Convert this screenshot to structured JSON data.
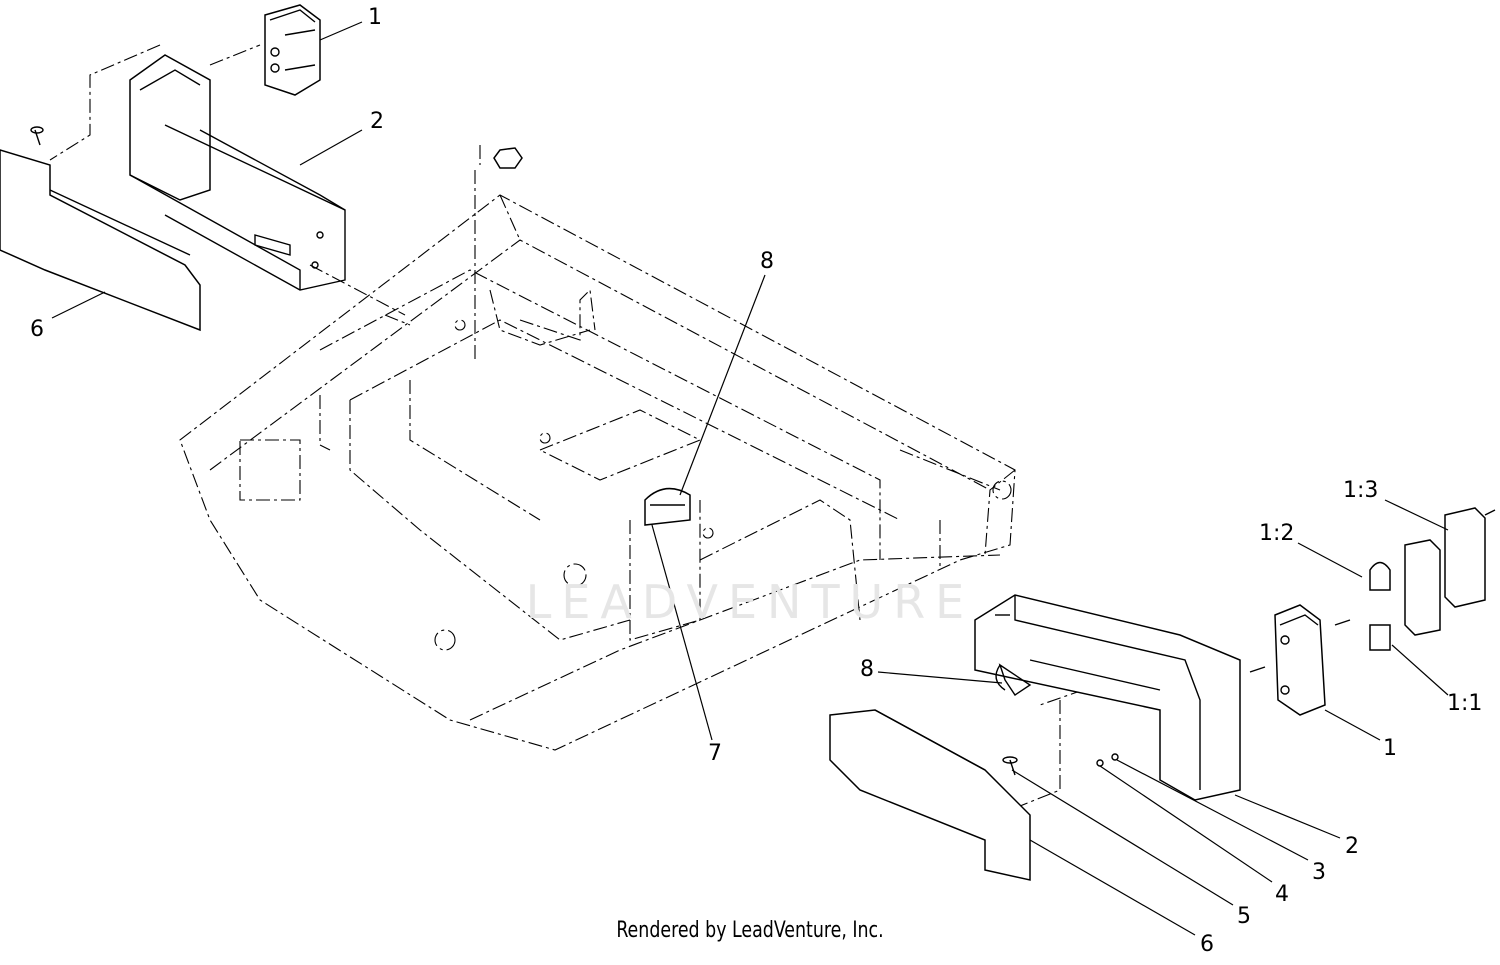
{
  "footer": {
    "text": "Rendered by LeadVenture, Inc."
  },
  "watermark": {
    "text": "LEADVENTURE"
  },
  "callouts": [
    {
      "id": "c-1-top",
      "label": "1"
    },
    {
      "id": "c-2-top",
      "label": "2"
    },
    {
      "id": "c-6-left",
      "label": "6"
    },
    {
      "id": "c-8-center",
      "label": "8"
    },
    {
      "id": "c-7-center",
      "label": "7"
    },
    {
      "id": "c-8-right",
      "label": "8"
    },
    {
      "id": "c-1-3",
      "label": "1:3"
    },
    {
      "id": "c-1-2",
      "label": "1:2"
    },
    {
      "id": "c-1-1",
      "label": "1:1"
    },
    {
      "id": "c-1-right",
      "label": "1"
    },
    {
      "id": "c-2-right",
      "label": "2"
    },
    {
      "id": "c-3",
      "label": "3"
    },
    {
      "id": "c-4",
      "label": "4"
    },
    {
      "id": "c-5",
      "label": "5"
    },
    {
      "id": "c-6-right",
      "label": "6"
    }
  ],
  "colors": {
    "line": "#000000",
    "background": "#ffffff",
    "watermark": "#e6e6e6"
  }
}
